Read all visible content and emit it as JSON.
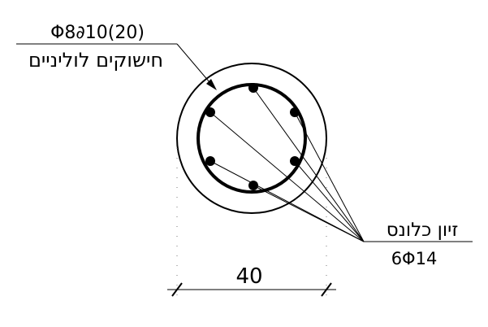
{
  "stirrup_label": {
    "spec": "Φ8∂10(20)",
    "description": "חישוקים לוליניים"
  },
  "longitudinal_label": {
    "description": "זיון כלונס",
    "spec": "6Φ14"
  },
  "dimension": {
    "value": "40"
  },
  "diagram": {
    "bar_count": 6,
    "line_color": "#000000",
    "dash_color": "#777777"
  }
}
